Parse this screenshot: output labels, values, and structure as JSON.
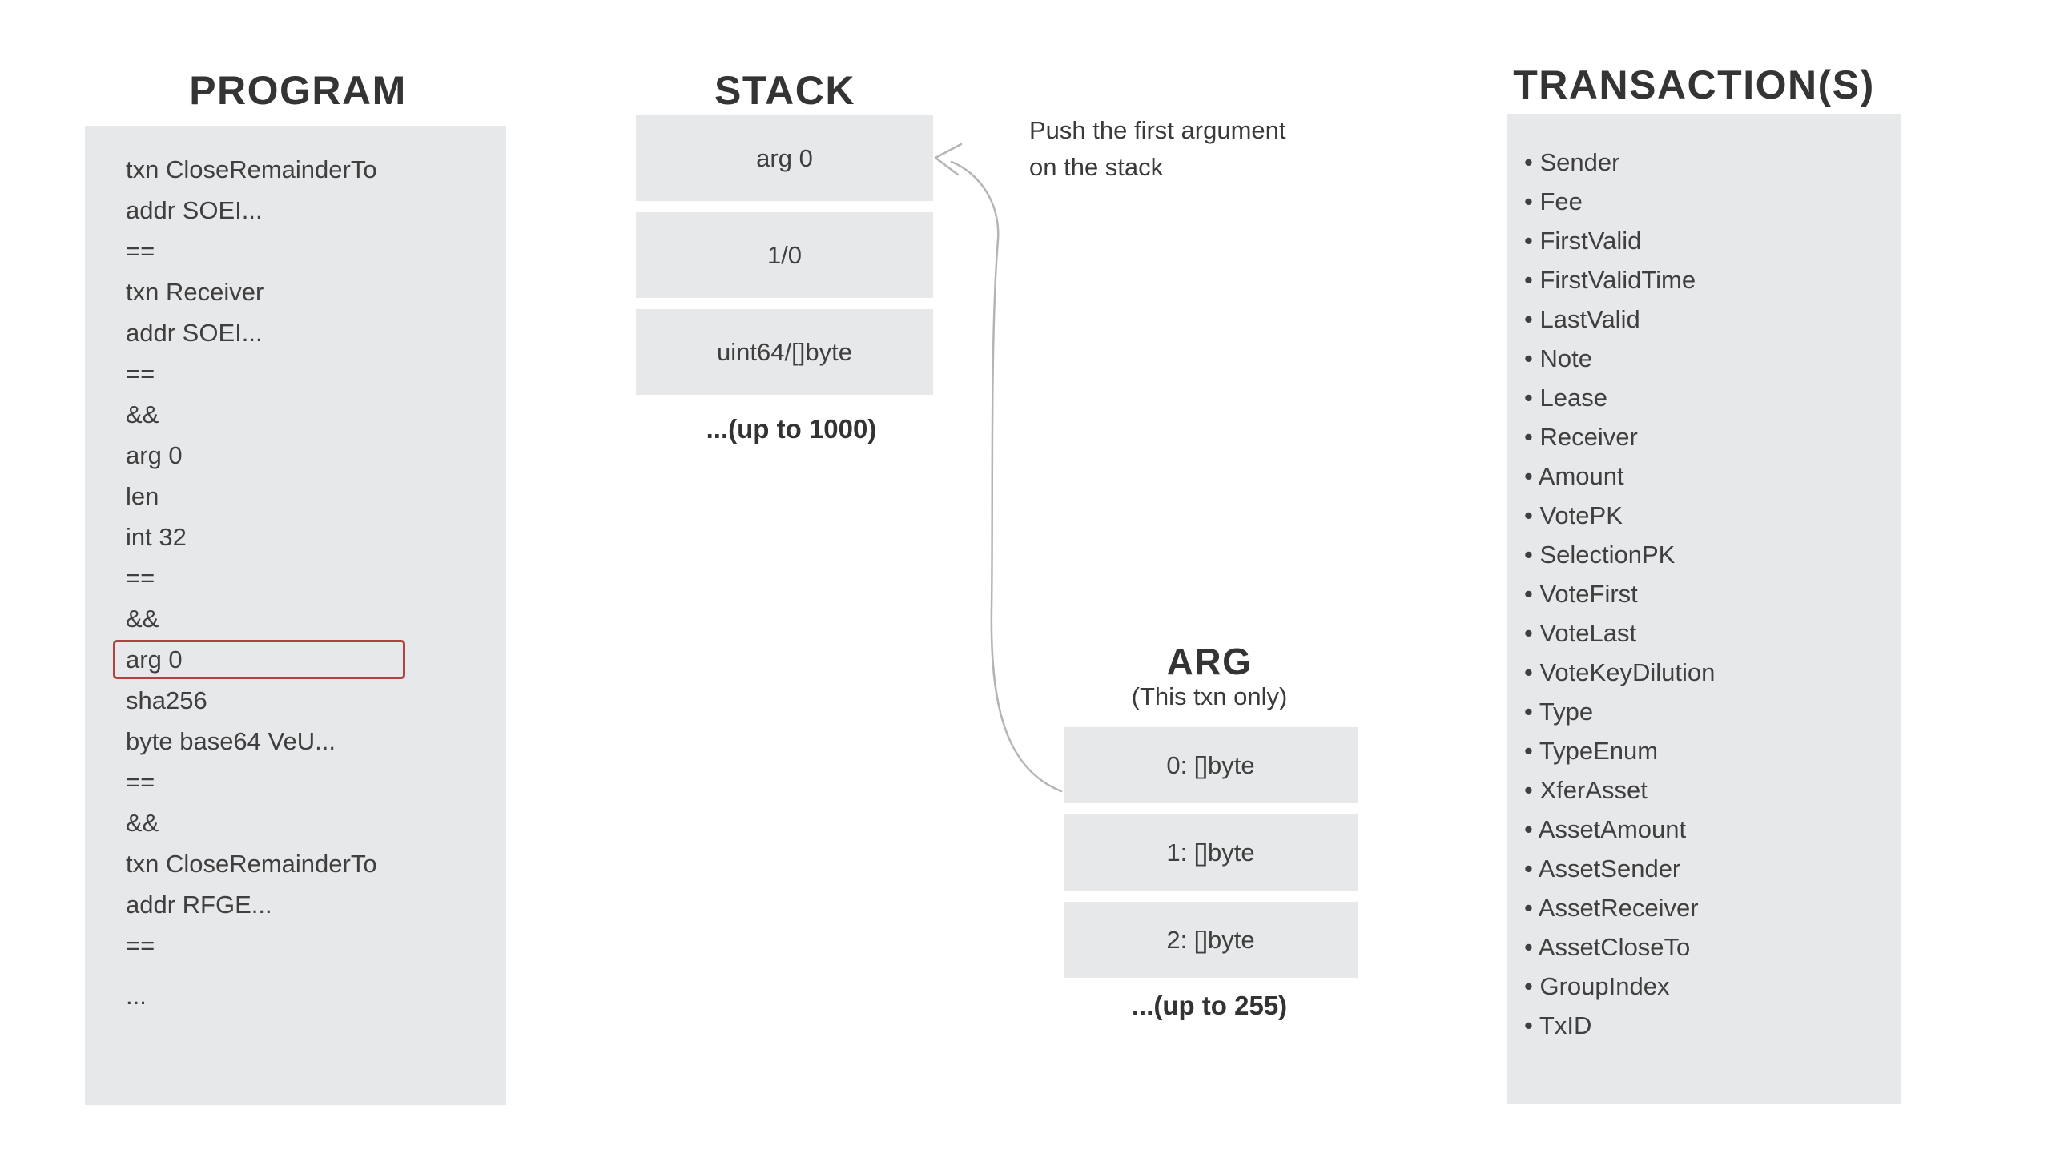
{
  "program": {
    "title": "PROGRAM",
    "lines": [
      "txn CloseRemainderTo",
      "addr SOEI...",
      "==",
      "txn Receiver",
      "addr SOEI...",
      "==",
      "&&",
      "arg 0",
      "len",
      "int 32",
      "==",
      "&&",
      {
        "text": "arg 0",
        "highlight": true
      },
      "sha256",
      "byte base64 VeU...",
      "==",
      "&&",
      "txn CloseRemainderTo",
      "addr RFGE...",
      "==",
      "..."
    ]
  },
  "stack": {
    "title": "STACK",
    "boxes": [
      "arg 0",
      "1/0",
      "uint64/[]byte"
    ],
    "caption": "...(up to 1000)"
  },
  "annotation": {
    "text": "Push the first argument\non the stack"
  },
  "arg": {
    "title": "ARG",
    "subtitle": "(This txn only)",
    "boxes": [
      "0: []byte",
      "1: []byte",
      "2: []byte"
    ],
    "caption": "...(up to 255)"
  },
  "transactions": {
    "title": "TRANSACTION(S)",
    "fields": [
      "Sender",
      "Fee",
      "FirstValid",
      "FirstValidTime",
      "LastValid",
      "Note",
      "Lease",
      "Receiver",
      "Amount",
      "VotePK",
      "SelectionPK",
      "VoteFirst",
      "VoteLast",
      "VoteKeyDilution",
      "Type",
      "TypeEnum",
      "XferAsset",
      "AssetAmount",
      "AssetSender",
      "AssetReceiver",
      "AssetCloseTo",
      "GroupIndex",
      "TxID"
    ]
  },
  "colors": {
    "panel": "#e7e8ea",
    "text": "#3f3f3f",
    "highlight_outline": "#b2423f",
    "arrow": "#b5b5b5"
  }
}
